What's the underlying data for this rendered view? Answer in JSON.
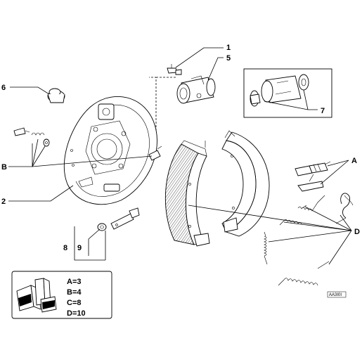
{
  "callouts": {
    "c1": "1",
    "c2": "2",
    "c5": "5",
    "c6": "6",
    "c7": "7",
    "c8": "8",
    "c9": "9",
    "cA": "A",
    "cB": "B",
    "cD": "D"
  },
  "legend": {
    "a": "A=3",
    "b": "B=4",
    "c": "C=8",
    "d": "D=10"
  },
  "ref_code": "AA3I0I"
}
